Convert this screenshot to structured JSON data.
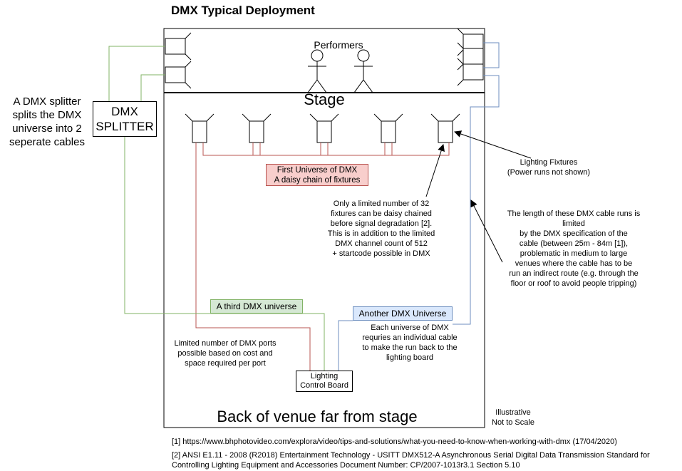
{
  "title": "DMX Typical Deployment",
  "stage": {
    "performers_label": "Performers",
    "stage_label": "Stage"
  },
  "splitter": {
    "label": "DMX SPLITTER",
    "note": "A DMX splitter splits the DMX universe into 2 seperate cables"
  },
  "universes": {
    "first": "First Universe of DMX\nA daisy chain of fixtures",
    "third": "A third DMX universe",
    "another": "Another DMX Universe"
  },
  "notes": {
    "fixtures": "Lighting Fixtures\n(Power runs not shown)",
    "daisy_limit": "Only a limited number of 32\nfixtures can be daisy chained\nbefore signal degradation [2].\nThis is in addition to the limited\nDMX channel count of 512\n+ startcode possible in DMX",
    "cable_runs": "The length of these DMX cable runs is limited\nby the DMX specification of the\ncable  (between 25m - 84m [1]),\nproblematic in medium to large\nvenues where the cable has to be\nrun an indirect route (e.g. through the\nfloor or roof to avoid people tripping)",
    "individual_cable": "Each universe of DMX\nrequries an individual cable\nto make the run back to the\nlighting board",
    "ports": "Limited number of DMX ports\npossible based on cost and\nspace required per port"
  },
  "control_board": "Lighting\nControl Board",
  "back_of_venue": "Back of venue far from stage",
  "scale_note": "Illustrative\nNot to Scale",
  "references": {
    "ref1": "[1] https://www.bhphotovideo.com/explora/video/tips-and-solutions/what-you-need-to-know-when-working-with-dmx (17/04/2020)",
    "ref2": "[2] ANSI E1.11 - 2008 (R2018) Entertainment Technology - USITT DMX512-A  Asynchronous Serial Digital Data Transmission Standard for Controlling Lighting Equipment and Accessories Document Number: CP/2007-1013r3.1 Section 5.10"
  },
  "colors": {
    "universe1_line": "#b85450",
    "universe2_line": "#6c8ebf",
    "universe3_line": "#82b366"
  }
}
